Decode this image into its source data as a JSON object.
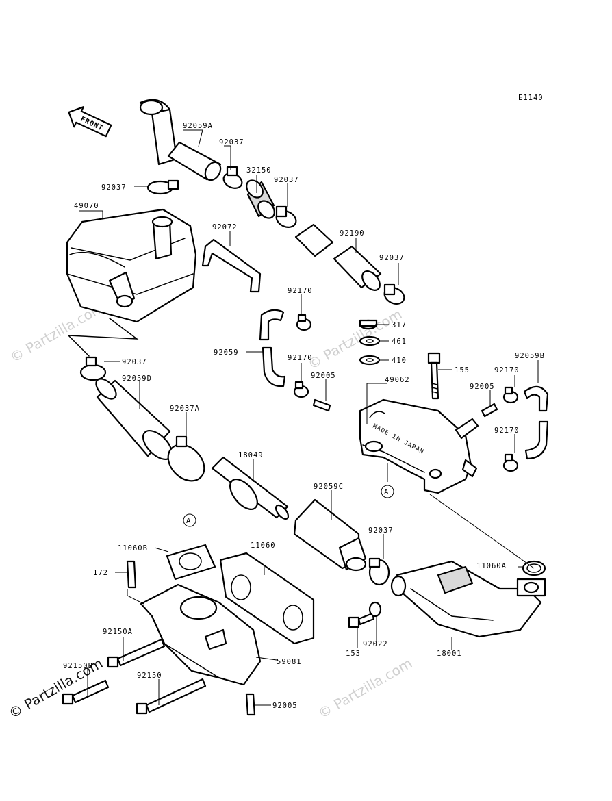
{
  "diagram_code": "E1140",
  "front_label": "FRONT",
  "stamp_text": "MADE IN JAPAN",
  "reference_marker": "A",
  "watermark": "© Partzilla.com",
  "parts": {
    "p92059A": "92059A",
    "p92037_a": "92037",
    "p92037_b": "92037",
    "p32150": "32150",
    "p92037_c": "92037",
    "p49070": "49070",
    "p92072": "92072",
    "p92190": "92190",
    "p92037_d": "92037",
    "p92170_a": "92170",
    "p317": "317",
    "p461": "461",
    "p92059": "92059",
    "p92170_b": "92170",
    "p410": "410",
    "p155": "155",
    "p92059B": "92059B",
    "p92037_e": "92037",
    "p92005_a": "92005",
    "p49062": "49062",
    "p92170_c": "92170",
    "p92005_b": "92005",
    "p92059D": "92059D",
    "p92170_d": "92170",
    "p92037A": "92037A",
    "p18049": "18049",
    "p92059C": "92059C",
    "p11060B": "11060B",
    "p11060": "11060",
    "p92037_f": "92037",
    "p172": "172",
    "p11060A": "11060A",
    "p153": "153",
    "p92022": "92022",
    "p18001": "18001",
    "p92150A": "92150A",
    "p92150B": "92150B",
    "p59081": "59081",
    "p92150": "92150",
    "p92005_c": "92005"
  }
}
